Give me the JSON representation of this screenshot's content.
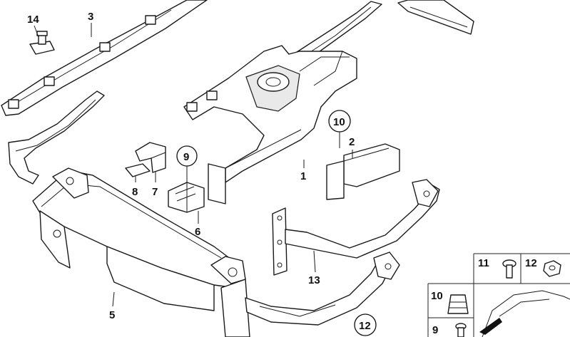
{
  "callouts": {
    "c1": "1",
    "c2": "2",
    "c3": "3",
    "c5": "5",
    "c6": "6",
    "c7": "7",
    "c8": "8",
    "c9": "9",
    "c10": "10",
    "c12": "12",
    "c13": "13",
    "c14": "14"
  },
  "parts_box": {
    "l11": "11",
    "l12": "12",
    "l10": "10",
    "l9": "9"
  },
  "colors": {
    "line": "#1a1a1a",
    "background": "#ffffff",
    "shade": "#e9e9e9"
  }
}
